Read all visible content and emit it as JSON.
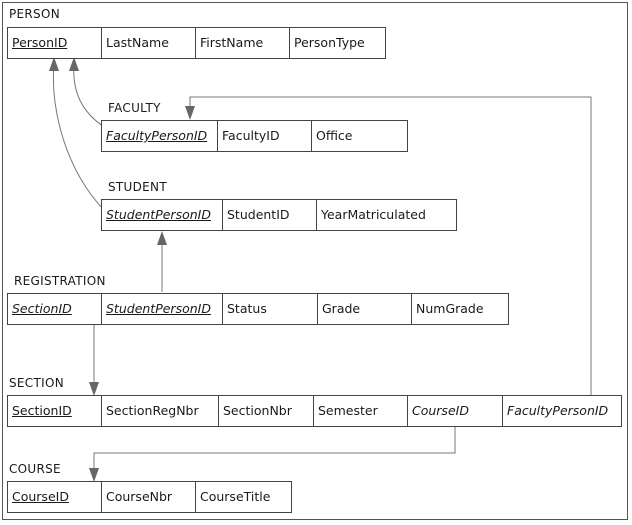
{
  "tables": {
    "person": {
      "name": "PERSON",
      "columns": [
        {
          "label": "PersonID",
          "pk": true,
          "fk": false
        },
        {
          "label": "LastName",
          "pk": false,
          "fk": false
        },
        {
          "label": "FirstName",
          "pk": false,
          "fk": false
        },
        {
          "label": "PersonType",
          "pk": false,
          "fk": false
        }
      ]
    },
    "faculty": {
      "name": "FACULTY",
      "columns": [
        {
          "label": "FacultyPersonID",
          "pk": true,
          "fk": true
        },
        {
          "label": "FacultyID",
          "pk": false,
          "fk": false
        },
        {
          "label": "Office",
          "pk": false,
          "fk": false
        }
      ]
    },
    "student": {
      "name": "STUDENT",
      "columns": [
        {
          "label": "StudentPersonID",
          "pk": true,
          "fk": true
        },
        {
          "label": "StudentID",
          "pk": false,
          "fk": false
        },
        {
          "label": "YearMatriculated",
          "pk": false,
          "fk": false
        }
      ]
    },
    "registration": {
      "name": "REGISTRATION",
      "columns": [
        {
          "label": "SectionID",
          "pk": true,
          "fk": true
        },
        {
          "label": "StudentPersonID",
          "pk": true,
          "fk": true
        },
        {
          "label": "Status",
          "pk": false,
          "fk": false
        },
        {
          "label": "Grade",
          "pk": false,
          "fk": false
        },
        {
          "label": "NumGrade",
          "pk": false,
          "fk": false
        }
      ]
    },
    "section": {
      "name": "SECTION",
      "columns": [
        {
          "label": "SectionID",
          "pk": true,
          "fk": false
        },
        {
          "label": "SectionRegNbr",
          "pk": false,
          "fk": false
        },
        {
          "label": "SectionNbr",
          "pk": false,
          "fk": false
        },
        {
          "label": "Semester",
          "pk": false,
          "fk": false
        },
        {
          "label": "CourseID",
          "pk": false,
          "fk": true
        },
        {
          "label": "FacultyPersonID",
          "pk": false,
          "fk": true
        }
      ]
    },
    "course": {
      "name": "COURSE",
      "columns": [
        {
          "label": "CourseID",
          "pk": true,
          "fk": false
        },
        {
          "label": "CourseNbr",
          "pk": false,
          "fk": false
        },
        {
          "label": "CourseTitle",
          "pk": false,
          "fk": false
        }
      ]
    }
  },
  "relationships": [
    {
      "from": "faculty.FacultyPersonID",
      "to": "person.PersonID"
    },
    {
      "from": "student.StudentPersonID",
      "to": "person.PersonID"
    },
    {
      "from": "registration.StudentPersonID",
      "to": "student.StudentPersonID"
    },
    {
      "from": "registration.SectionID",
      "to": "section.SectionID"
    },
    {
      "from": "section.CourseID",
      "to": "course.CourseID"
    },
    {
      "from": "section.FacultyPersonID",
      "to": "faculty.FacultyPersonID"
    }
  ]
}
